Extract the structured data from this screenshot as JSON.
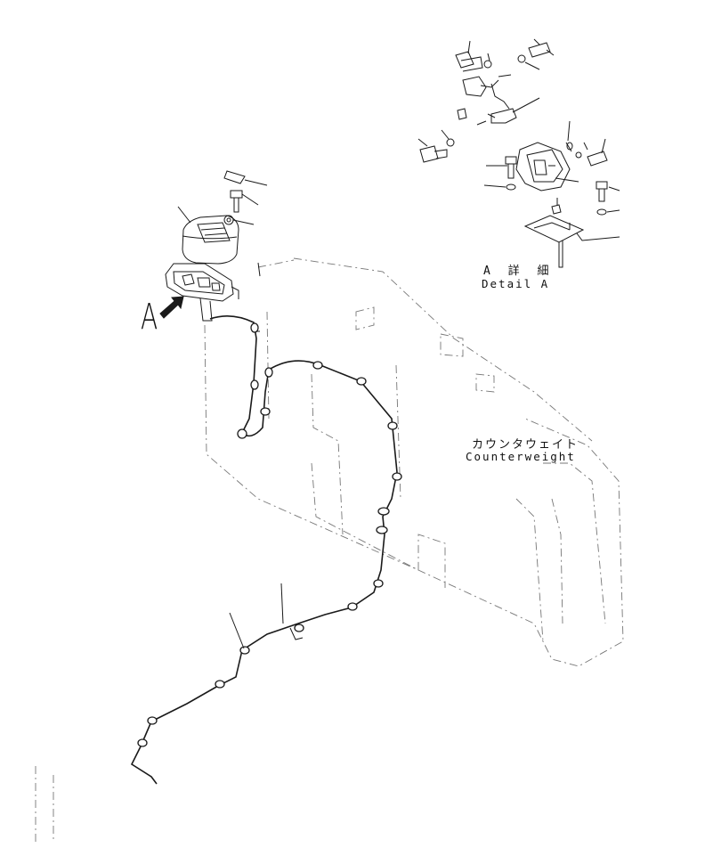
{
  "view_label": "A",
  "detail": {
    "jp": "A 詳 細",
    "en": "Detail A"
  },
  "counterweight": {
    "jp": "カウンタウェイト",
    "en": "Counterweight"
  },
  "icons": [
    "arrow-to-detail-icon"
  ]
}
